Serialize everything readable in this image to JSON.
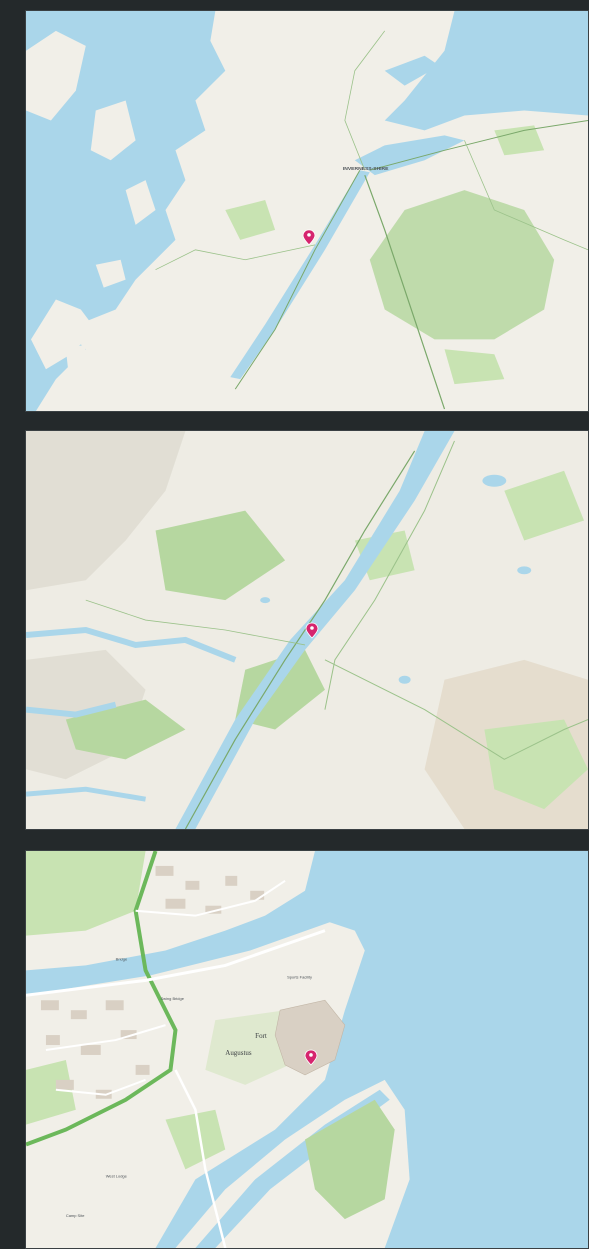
{
  "colors": {
    "page_background": "#24292b",
    "water": "#aad6ea",
    "land": "#f1efe8",
    "forest": "#b6d7a0",
    "park": "#c8e3b2",
    "road": "#ffffff",
    "main_road": "#6cb85b",
    "marker": "#d6246e"
  },
  "panels": [
    {
      "zoom": "regional",
      "marker_icon": "map-pin-icon",
      "labels": {
        "city": "INVERNESS-SHIRE"
      }
    },
    {
      "zoom": "loch",
      "marker_icon": "map-pin-icon",
      "labels": {}
    },
    {
      "zoom": "town",
      "marker_icon": "map-pin-icon",
      "labels": {
        "place_top": "Fort",
        "place_bottom": "Augustus",
        "swing_bridge": "Swing Bridge",
        "sports_facility": "Sports\nFacility",
        "bridge": "Bridge",
        "west_lodge": "West Lodge",
        "camp": "Camp\nSite"
      }
    }
  ]
}
